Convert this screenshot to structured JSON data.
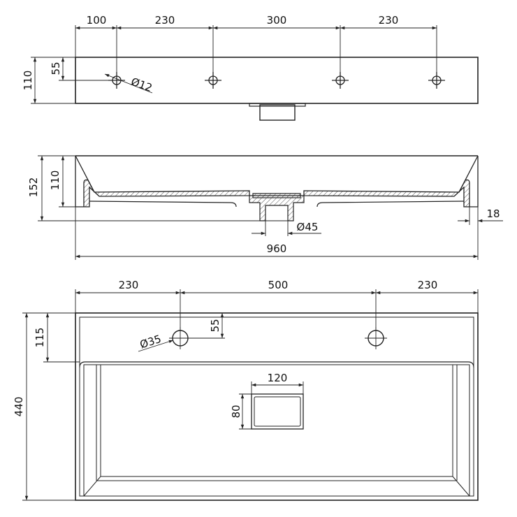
{
  "top_view": {
    "spacing_labels": [
      "100",
      "230",
      "300",
      "230"
    ],
    "depth_labels": [
      "110",
      "55"
    ],
    "hole_label": "Ø12"
  },
  "side_view": {
    "height_labels": [
      "152",
      "110"
    ],
    "rim_label": "18",
    "drain_label": "Ø45",
    "width_label": "960"
  },
  "plan_view": {
    "width_labels": [
      "230",
      "500",
      "230"
    ],
    "depth_labels": [
      "440",
      "115"
    ],
    "tap_offset_label": "55",
    "tap_hole_label": "Ø35",
    "drain_width_label": "120",
    "drain_height_label": "80"
  },
  "colors": {
    "line": "#222222",
    "hatch": "#555555"
  }
}
